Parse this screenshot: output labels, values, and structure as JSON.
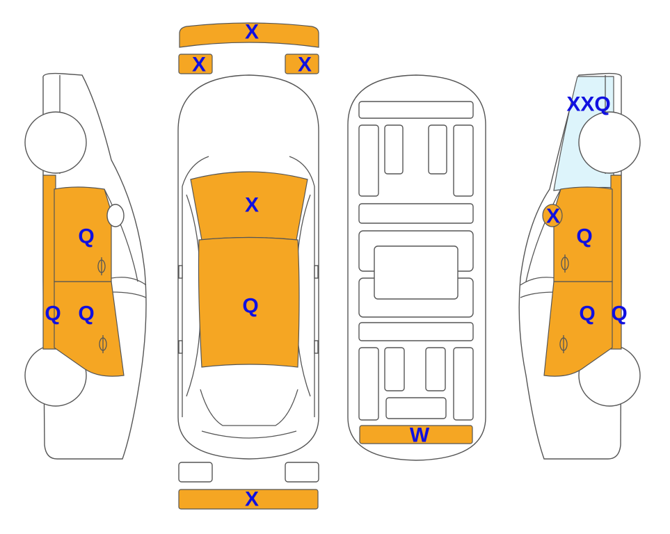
{
  "colors": {
    "damage_fill": "#F5A623",
    "glass_fill": "#DDF4FB",
    "code_text": "#1010E0",
    "outline": "#555555"
  },
  "legend": {},
  "panels": {
    "front_bumper": "X",
    "front_left_lamp": "X",
    "front_right_lamp": "X",
    "hood": "X",
    "roof": "Q",
    "rear_bumper": "X",
    "undercarriage_rear": "W",
    "left_front_door": "Q",
    "left_rear_door": "Q",
    "left_rocker": "Q",
    "right_quarter_glass": "XXQ",
    "right_mirror": "X",
    "right_front_door": "Q",
    "right_rear_door": "Q",
    "right_rocker": "Q"
  }
}
